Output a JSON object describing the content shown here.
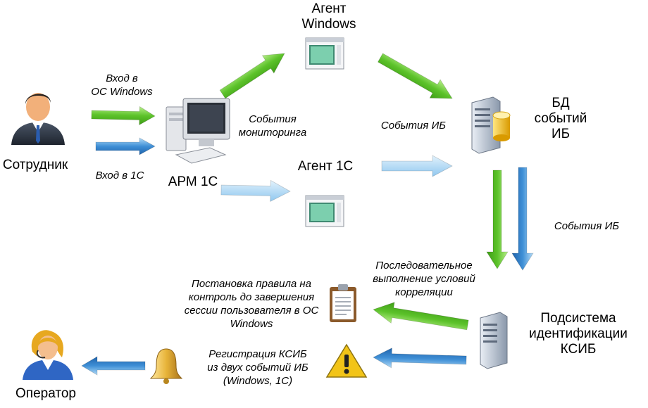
{
  "nodes": {
    "employee": "Сотрудник",
    "workstation": "АРМ 1С",
    "agent_windows": [
      "Агент",
      "Windows"
    ],
    "agent_1c": "Агент 1С",
    "events_db": [
      "БД",
      "событий",
      "ИБ"
    ],
    "subsystem": [
      "Подсистема",
      "идентификации",
      "КСИБ"
    ],
    "operator": "Оператор"
  },
  "edges": {
    "login_windows": [
      "Вход в",
      "ОС Windows"
    ],
    "login_1c": "Вход в 1С",
    "monitoring_events": [
      "События",
      "мониторинга"
    ],
    "is_events_top": "События ИБ",
    "is_events_right": "События ИБ",
    "correlation": [
      "Последовательное",
      "выполнение условий",
      "корреляции"
    ],
    "rule_setup": [
      "Постановка правила на",
      "контроль до завершения",
      "сессии пользователя в ОС",
      "Windows"
    ],
    "registration": [
      "Регистрация КСИБ",
      "из двух событий ИБ",
      "(Windows, 1С)"
    ]
  },
  "colors": {
    "green_arrow": "#5cc22a",
    "blue_arrow": "#3f8fd6",
    "pale_blue_arrow": "#a9d4f2"
  },
  "icons": [
    "employee-avatar-icon",
    "computer-icon",
    "agent-window-icon",
    "database-server-icon",
    "server-icon",
    "clipboard-icon",
    "warning-icon",
    "bell-icon",
    "operator-avatar-icon"
  ]
}
